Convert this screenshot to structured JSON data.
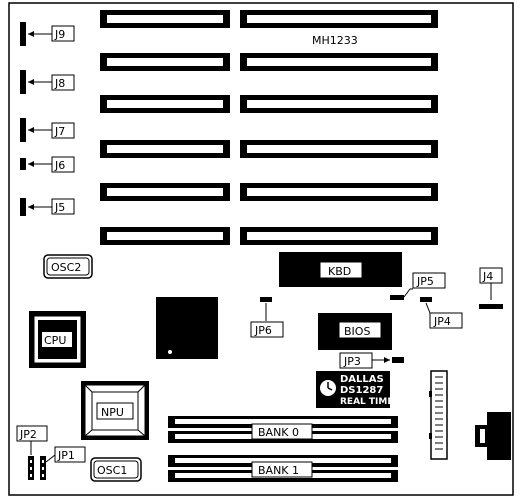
{
  "board": {
    "model": "MH1233"
  },
  "labels": {
    "j9": "J9",
    "j8": "J8",
    "j7": "J7",
    "j6": "J6",
    "j5": "J5",
    "osc2": "OSC2",
    "kbd": "KBD",
    "jp5": "JP5",
    "j4": "J4",
    "cpu": "CPU",
    "jp6": "JP6",
    "bios": "BIOS",
    "jp4": "JP4",
    "jp3": "JP3",
    "dallas_line1": "DALLAS",
    "dallas_line2": "DS1287",
    "dallas_line3": "REAL TIME",
    "npu": "NPU",
    "jp2": "JP2",
    "jp1": "JP1",
    "osc1": "OSC1",
    "bank0": "BANK 0",
    "bank1": "BANK 1"
  },
  "colors": {
    "ink": "#000000",
    "paper": "#ffffff"
  }
}
